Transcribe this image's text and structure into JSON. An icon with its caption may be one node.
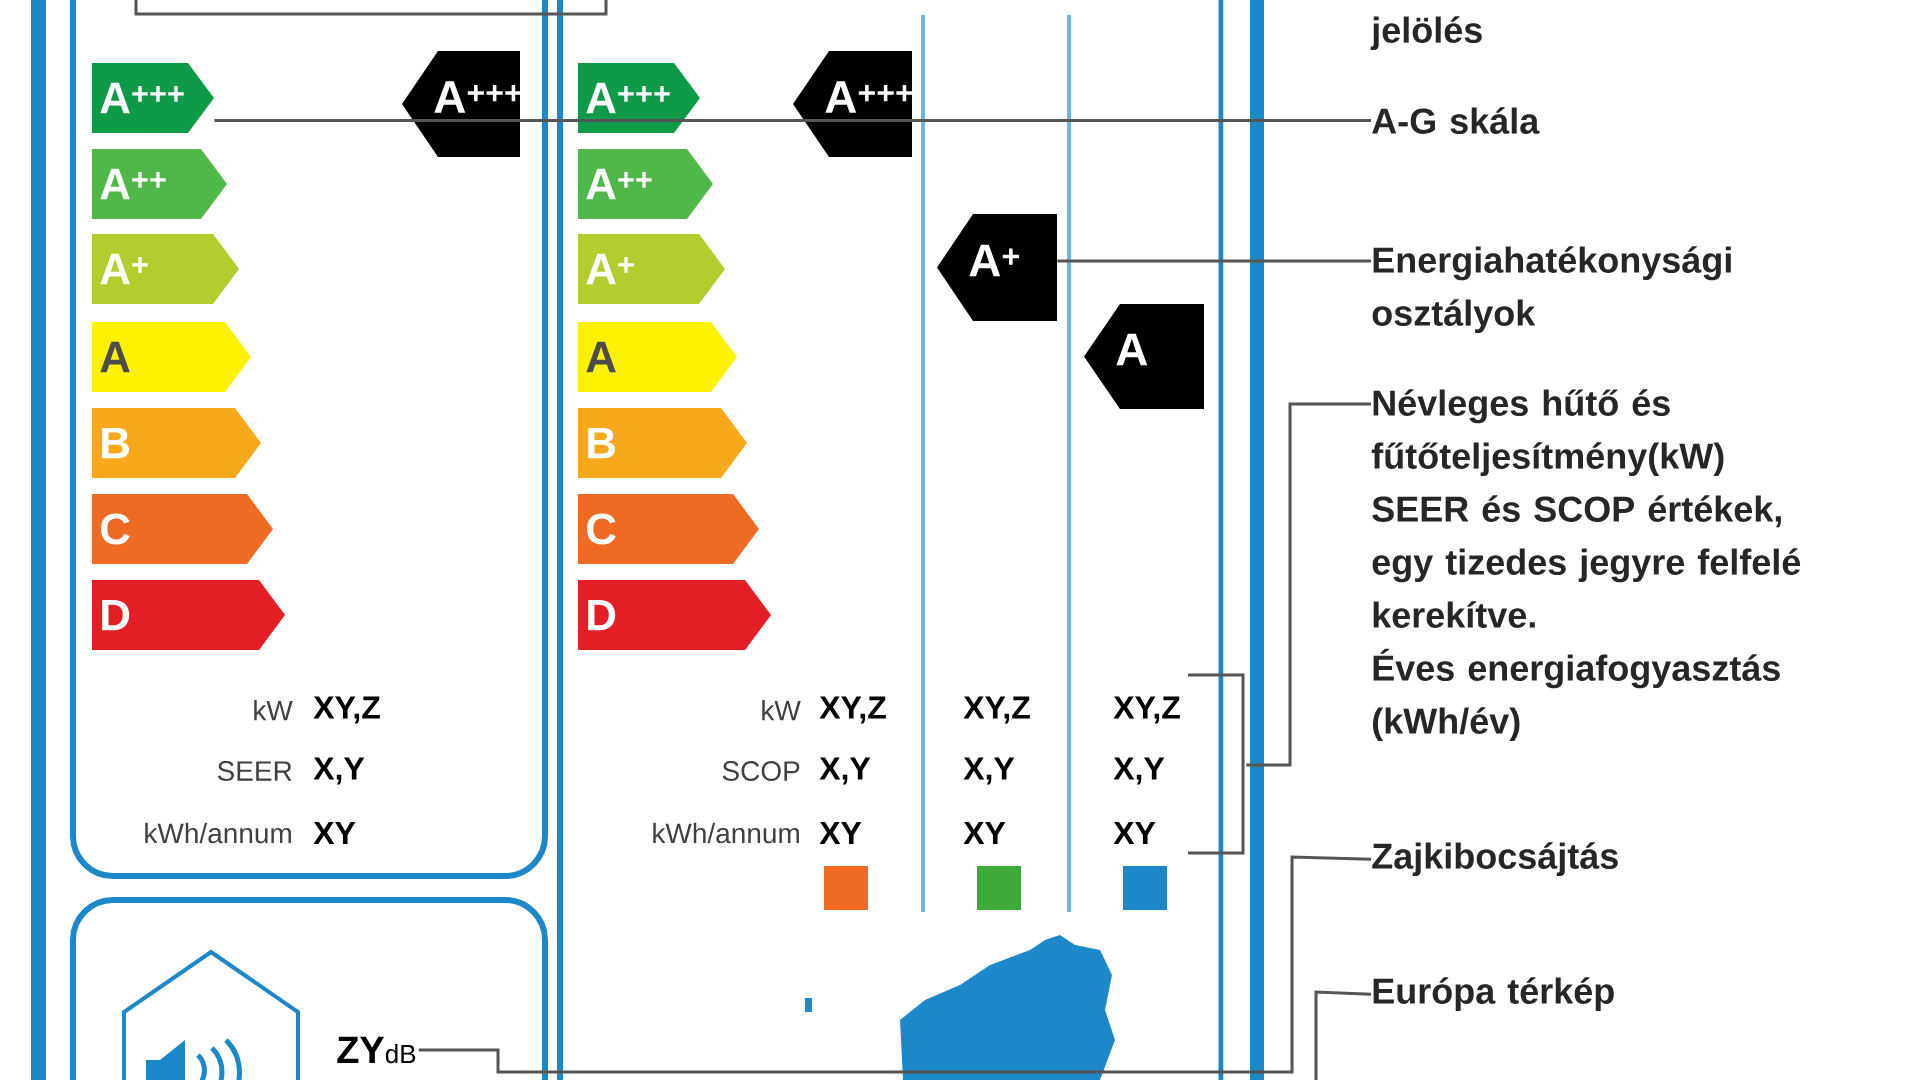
{
  "diagram": {
    "nodes": [
      {
        "text": [
          "jelölés"
        ]
      },
      {
        "text": [
          "A-G skála"
        ]
      },
      {
        "text": [
          "Energiahatékonysági osztályok"
        ]
      },
      {
        "text": [
          "Névleges hűtő és fűtőteljesítmény(kW)",
          "SEER és SCOP értékek, egy tizedes jegyre felfelé kerekítve.",
          "Éves energiafogyasztás (kWh/év)"
        ]
      },
      {
        "text": [
          "Zajkibocsájtás"
        ]
      },
      {
        "text": [
          "Európa térkép"
        ]
      },
      {
        "text": [
          "A$^{+++}$"
        ]
      },
      {
        "text": [
          "A$^{++}$"
        ]
      },
      {
        "text": [
          "A$^{+}$"
        ]
      },
      {
        "text": [
          "A"
        ]
      },
      {
        "text": [
          "B"
        ]
      },
      {
        "text": [
          "C"
        ]
      },
      {
        "text": [
          "D"
        ]
      },
      {
        "text": [
          "A$^{+++}$"
        ]
      },
      {
        "text": [
          "A$^{+++}$"
        ]
      },
      {
        "text": [
          "A$^{++}$"
        ]
      },
      {
        "text": [
          "A$^{+}$"
        ]
      },
      {
        "text": [
          "A"
        ]
      },
      {
        "text": [
          "B"
        ]
      },
      {
        "text": [
          "C"
        ]
      },
      {
        "text": [
          "D"
        ]
      },
      {
        "text": [
          "A$^{+++}$"
        ]
      },
      {
        "text": [
          "A$^{+}$"
        ]
      },
      {
        "text": [
          "A"
        ]
      },
      {
        "text": [
          "ZY",
          "dB"
        ]
      },
      {
        "text": [],
        "shape": "bracket"
      }
    ],
    "edges": [
      {
        "from": 1,
        "to": 6,
        "arrow": "none"
      },
      {
        "from": 2,
        "to": 22,
        "arrow": "none"
      },
      {
        "from": 3,
        "to": 25,
        "arrow": "none"
      },
      {
        "from": 4,
        "to": 24,
        "arrow": "none"
      },
      {
        "from": 5,
        "to": null,
        "arrow": "none"
      }
    ],
    "labels": [
      "kW",
      "XY,Z",
      "SEER",
      "X,Y",
      "kWh/annum",
      "XY",
      "kW",
      "XY,Z",
      "XY,Z",
      "XY,Z",
      "SCOP",
      "X,Y",
      "X,Y",
      "X,Y",
      "kWh/annum",
      "XY",
      "XY",
      "XY"
    ]
  }
}
